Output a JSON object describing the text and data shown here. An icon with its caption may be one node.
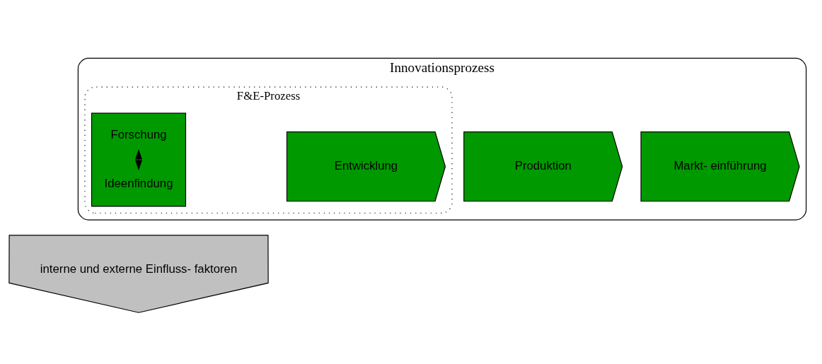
{
  "diagram": {
    "nodes": [
      {
        "text": [
          "interne und externe Einfluss- faktoren"
        ]
      },
      {
        "text": [
          "Innovationsprozess"
        ]
      },
      {
        "text": [
          "F&E-Prozess"
        ],
        "in": 1
      },
      {
        "text": [],
        "shape": "chevron",
        "in": 2
      },
      {
        "text": [
          "Ideenfindung"
        ],
        "in": 3
      },
      {
        "text": [
          "Forschung"
        ],
        "in": 3
      },
      {
        "text": [
          "Entwicklung"
        ],
        "in": 2
      },
      {
        "text": [
          "Produktion"
        ],
        "in": 1
      },
      {
        "text": [
          "Markt- einführung"
        ],
        "in": 1
      }
    ],
    "edges": [
      {
        "from": 4,
        "to": 5,
        "arrow": "both"
      }
    ]
  }
}
